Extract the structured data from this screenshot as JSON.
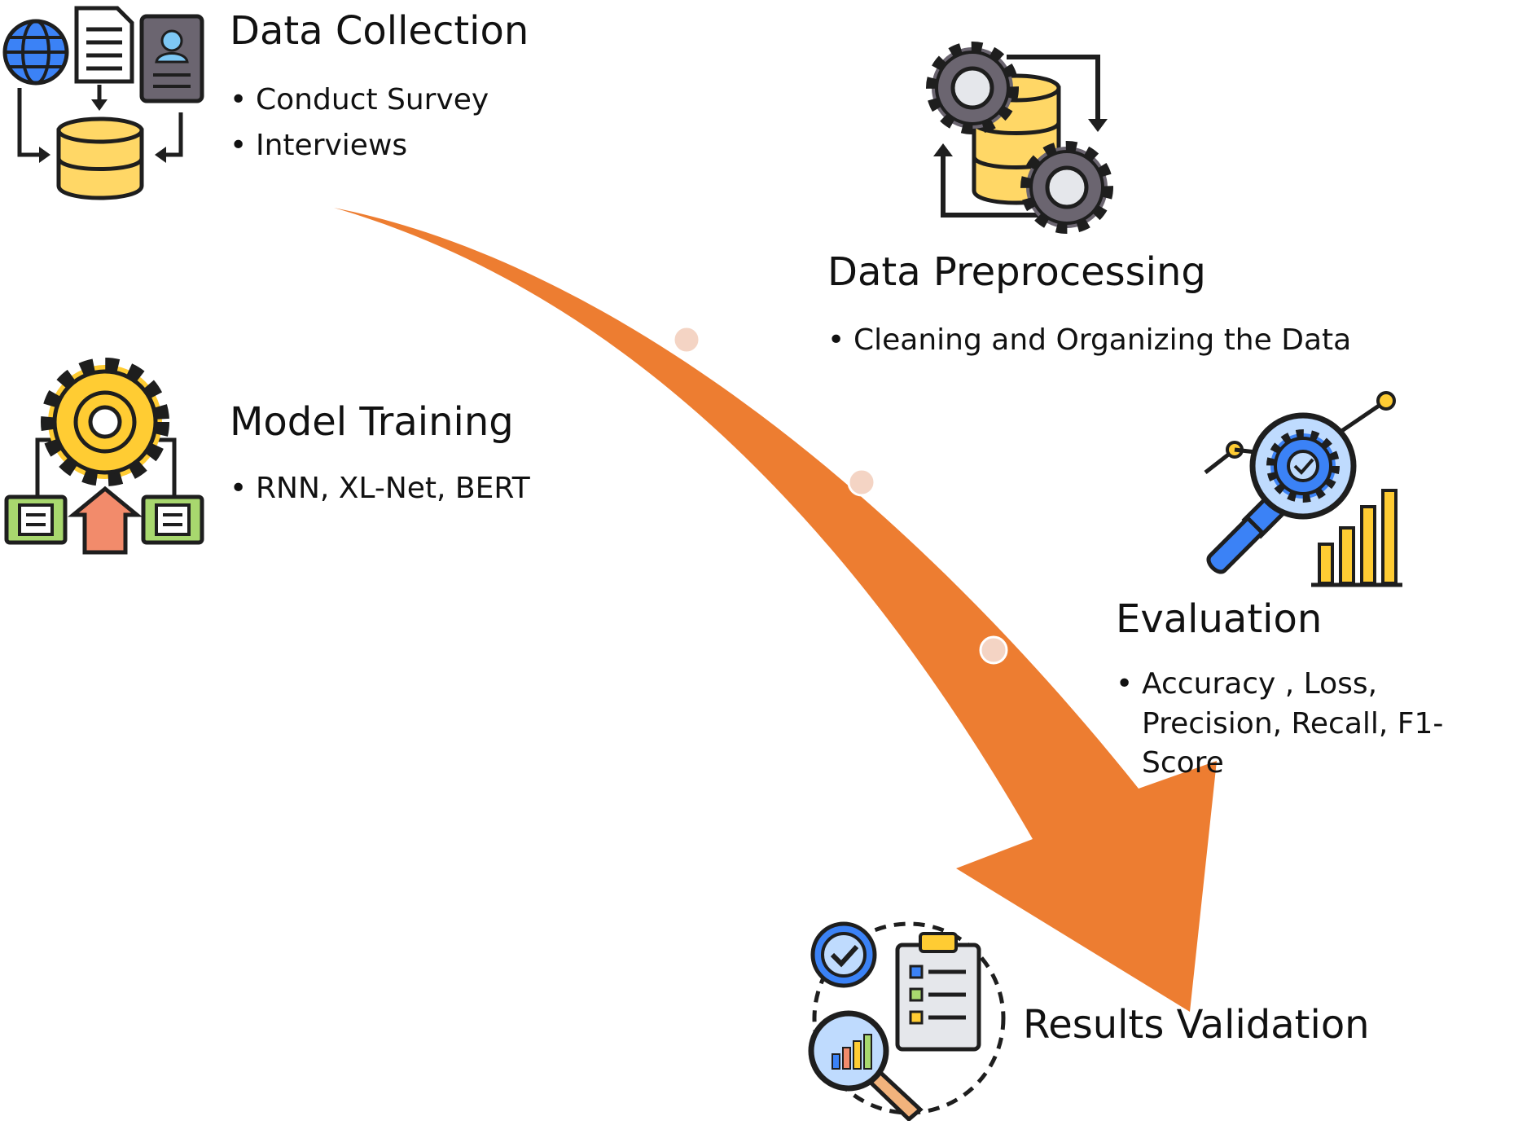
{
  "steps": [
    {
      "title": "Data Collection",
      "bullets": [
        "Conduct Survey",
        "Interviews"
      ],
      "icon": "data-collection-icon"
    },
    {
      "title": "Data Preprocessing",
      "bullets": [
        "Cleaning and Organizing the Data"
      ],
      "icon": "data-preprocessing-icon"
    },
    {
      "title": "Model Training",
      "bullets": [
        "RNN, XL-Net, BERT"
      ],
      "icon": "model-training-icon"
    },
    {
      "title": "Evaluation",
      "bullets": [
        "Accuracy , Loss, Precision, Recall, F1-Score"
      ],
      "icon": "evaluation-icon"
    },
    {
      "title": "Results Validation",
      "bullets": [],
      "icon": "results-validation-icon"
    }
  ],
  "colors": {
    "arrow": "#ED7D31",
    "arrow_dot": "#F4D4C4",
    "database": "#FFD766",
    "gear_gray": "#6B6570",
    "gear_yellow": "#FFCC33",
    "blue": "#3B82F6",
    "green": "#A8D86E",
    "red": "#F28B6B",
    "outline": "#1E1E1E"
  }
}
